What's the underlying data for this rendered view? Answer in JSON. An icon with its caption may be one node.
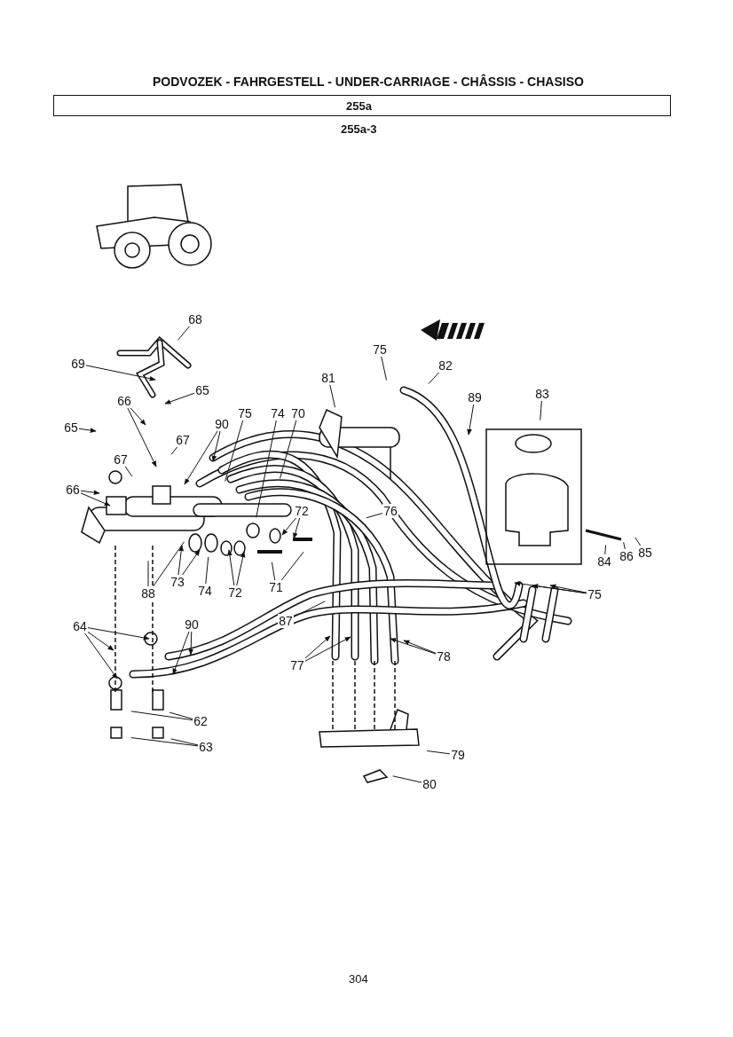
{
  "diagram": {
    "title": "PODVOZEK - FAHRGESTELL - UNDER-CARRIAGE - CHÂSSIS - CHASISO",
    "nodes": [
      {
        "text": [
          "68"
        ]
      },
      {
        "text": [
          "69"
        ]
      },
      {
        "text": [
          "75"
        ]
      },
      {
        "text": [
          "82"
        ]
      },
      {
        "text": [
          "81"
        ]
      },
      {
        "text": [
          "89"
        ]
      },
      {
        "text": [
          "65"
        ]
      },
      {
        "text": [
          "83"
        ]
      },
      {
        "text": [
          "66"
        ]
      },
      {
        "text": [
          "65"
        ]
      },
      {
        "text": [
          "75"
        ]
      },
      {
        "text": [
          "74"
        ]
      },
      {
        "text": [
          "70"
        ]
      },
      {
        "text": [
          "67"
        ]
      },
      {
        "text": [
          "90"
        ]
      },
      {
        "text": [
          "67"
        ]
      },
      {
        "text": [
          "66"
        ]
      },
      {
        "text": [
          "72"
        ]
      },
      {
        "text": [
          "76"
        ]
      },
      {
        "text": [
          "88"
        ]
      },
      {
        "text": [
          "73"
        ]
      },
      {
        "text": [
          "74"
        ]
      },
      {
        "text": [
          "72"
        ]
      },
      {
        "text": [
          "71"
        ]
      },
      {
        "text": [
          "84"
        ]
      },
      {
        "text": [
          "86"
        ]
      },
      {
        "text": [
          "85"
        ]
      },
      {
        "text": [
          "75"
        ]
      },
      {
        "text": [
          "87"
        ]
      },
      {
        "text": [
          "64"
        ]
      },
      {
        "text": [
          "90"
        ]
      },
      {
        "text": [
          "77"
        ]
      },
      {
        "text": [
          "78"
        ]
      },
      {
        "text": [
          "62"
        ]
      },
      {
        "text": [
          "63"
        ]
      },
      {
        "text": [
          "79"
        ]
      },
      {
        "text": [
          "80"
        ]
      }
    ],
    "edges": [
      {
        "from": 0,
        "to": null,
        "arrow": "none"
      },
      {
        "from": 1,
        "to": null,
        "arrow": "to"
      },
      {
        "from": 2,
        "to": null,
        "arrow": "none"
      },
      {
        "from": 3,
        "to": null,
        "arrow": "none"
      },
      {
        "from": 4,
        "to": null,
        "arrow": "none"
      },
      {
        "from": 5,
        "to": null,
        "arrow": "to"
      },
      {
        "from": 6,
        "to": null,
        "arrow": "to"
      },
      {
        "from": 7,
        "to": null,
        "arrow": "none"
      },
      {
        "from": 8,
        "to": null,
        "arrow": "to"
      },
      {
        "from": 8,
        "to": null,
        "arrow": "to"
      },
      {
        "from": 9,
        "to": null,
        "arrow": "to"
      },
      {
        "from": 10,
        "to": null,
        "arrow": "none"
      },
      {
        "from": 11,
        "to": null,
        "arrow": "none"
      },
      {
        "from": 12,
        "to": null,
        "arrow": "none"
      },
      {
        "from": 13,
        "to": null,
        "arrow": "none"
      },
      {
        "from": 14,
        "to": null,
        "arrow": "to"
      },
      {
        "from": 14,
        "to": null,
        "arrow": "to"
      },
      {
        "from": 15,
        "to": null,
        "arrow": "none"
      },
      {
        "from": 16,
        "to": null,
        "arrow": "to"
      },
      {
        "from": 16,
        "to": null,
        "arrow": "to"
      },
      {
        "from": 17,
        "to": null,
        "arrow": "to"
      },
      {
        "from": 17,
        "to": null,
        "arrow": "to"
      },
      {
        "from": 18,
        "to": null,
        "arrow": "none"
      },
      {
        "from": 19,
        "to": null,
        "arrow": "none"
      },
      {
        "from": 19,
        "to": null,
        "arrow": "none"
      },
      {
        "from": 20,
        "to": null,
        "arrow": "to"
      },
      {
        "from": 20,
        "to": null,
        "arrow": "to"
      },
      {
        "from": 21,
        "to": null,
        "arrow": "none"
      },
      {
        "from": 22,
        "to": null,
        "arrow": "to"
      },
      {
        "from": 22,
        "to": null,
        "arrow": "to"
      },
      {
        "from": 23,
        "to": null,
        "arrow": "none"
      },
      {
        "from": 23,
        "to": null,
        "arrow": "none"
      },
      {
        "from": 24,
        "to": null,
        "arrow": "none"
      },
      {
        "from": 25,
        "to": null,
        "arrow": "none"
      },
      {
        "from": 26,
        "to": null,
        "arrow": "none"
      },
      {
        "from": 27,
        "to": null,
        "arrow": "to"
      },
      {
        "from": 27,
        "to": null,
        "arrow": "to"
      },
      {
        "from": 27,
        "to": null,
        "arrow": "to"
      },
      {
        "from": 28,
        "to": null,
        "arrow": "none"
      },
      {
        "from": 29,
        "to": null,
        "arrow": "to"
      },
      {
        "from": 29,
        "to": null,
        "arrow": "to"
      },
      {
        "from": 29,
        "to": null,
        "arrow": "to"
      },
      {
        "from": 30,
        "to": null,
        "arrow": "to"
      },
      {
        "from": 30,
        "to": null,
        "arrow": "to"
      },
      {
        "from": 31,
        "to": null,
        "arrow": "to"
      },
      {
        "from": 31,
        "to": null,
        "arrow": "to"
      },
      {
        "from": 32,
        "to": null,
        "arrow": "to"
      },
      {
        "from": 32,
        "to": null,
        "arrow": "to"
      },
      {
        "from": 33,
        "to": null,
        "arrow": "none"
      },
      {
        "from": 33,
        "to": null,
        "arrow": "none"
      },
      {
        "from": 34,
        "to": null,
        "arrow": "none"
      },
      {
        "from": 34,
        "to": null,
        "arrow": "none"
      },
      {
        "from": 35,
        "to": null,
        "arrow": "none"
      },
      {
        "from": 36,
        "to": null,
        "arrow": "none"
      }
    ],
    "labels": [
      "255a",
      "255a-3",
      "304"
    ]
  }
}
